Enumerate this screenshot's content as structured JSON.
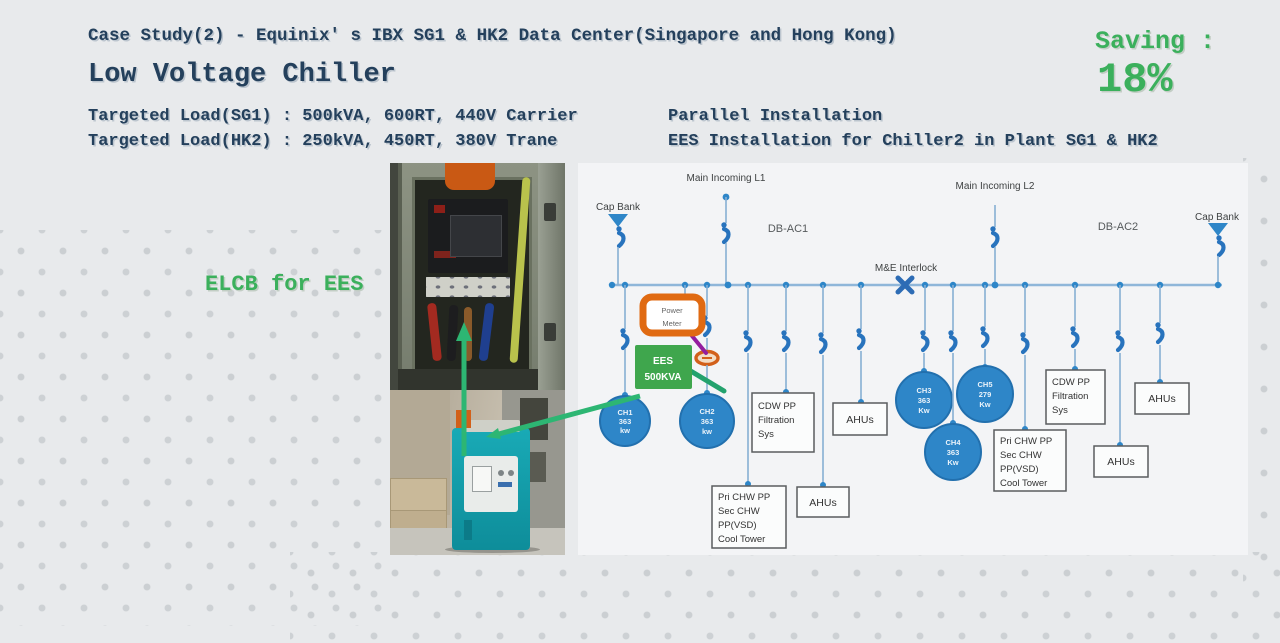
{
  "slide": {
    "kicker": "Case Study(2) - Equinix' s IBX SG1 & HK2 Data Center(Singapore and Hong Kong)",
    "title": "Low Voltage Chiller",
    "load_sg1": "Targeted Load(SG1) : 500kVA, 600RT, 440V Carrier",
    "load_hk2": "Targeted Load(HK2) : 250kVA, 450RT, 380V Trane",
    "saving_label": "Saving :",
    "saving_value": "18%",
    "note_line1": "Parallel Installation",
    "note_line2": "EES Installation for Chiller2 in Plant SG1 & HK2",
    "photo_callout": "ELCB for EES"
  },
  "diagram": {
    "incoming_l1": "Main Incoming L1",
    "incoming_l2": "Main Incoming L2",
    "db_ac1": "DB-AC1",
    "db_ac2": "DB-AC2",
    "cap_bank_left": "Cap Bank",
    "cap_bank_right": "Cap Bank",
    "interlock": "M&E Interlock",
    "power_meter": [
      "Power",
      "Meter"
    ],
    "ees": [
      "EES",
      "500KVA"
    ],
    "chillers": {
      "ch1": [
        "CH1",
        "363",
        "kw"
      ],
      "ch2": [
        "CH2",
        "363",
        "kw"
      ],
      "ch3": [
        "CH3",
        "363",
        "Kw"
      ],
      "ch5": [
        "CH5",
        "279",
        "Kw"
      ],
      "ch4": [
        "CH4",
        "363",
        "Kw"
      ]
    },
    "boxes": {
      "cdw_left": [
        "CDW PP",
        "Filtration",
        "Sys"
      ],
      "ahus_left_upper": "AHUs",
      "pri_left": [
        "Pri CHW PP",
        "Sec CHW",
        "PP(VSD)",
        "Cool Tower"
      ],
      "ahus_left_lower": "AHUs",
      "cdw_right": [
        "CDW PP",
        "Filtration",
        "Sys"
      ],
      "pri_right": [
        "Pri CHW PP",
        "Sec CHW",
        "PP(VSD)",
        "Cool Tower"
      ],
      "ahus_right_upper": "AHUs",
      "ahus_right_lower": "AHUs"
    }
  },
  "colors": {
    "accent_green": "#3bb05c",
    "heading_navy": "#24405c",
    "diagram_blue": "#2e86c8",
    "bus_blue": "#8fb6d9",
    "meter_orange": "#e06a12",
    "ees_green": "#3fa64d",
    "link_purple": "#941e9e",
    "arrow_green": "#2db673",
    "device_teal": "#18a9b5"
  }
}
